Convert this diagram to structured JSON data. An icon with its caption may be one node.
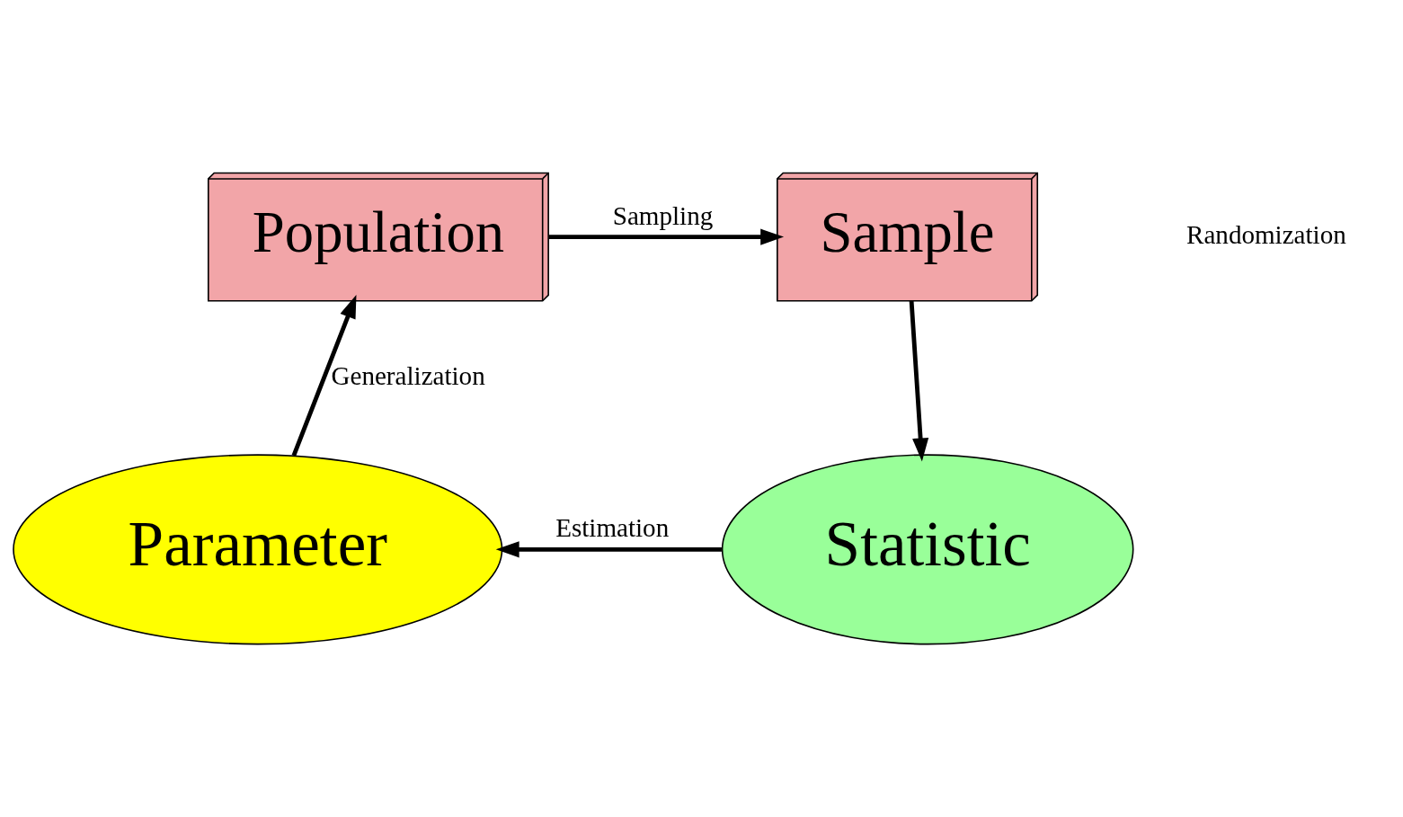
{
  "diagram": {
    "nodes": [
      {
        "text": [
          "Population"
        ]
      },
      {
        "text": [
          "Sample"
        ]
      },
      {
        "text": [
          "Parameter"
        ]
      },
      {
        "text": [
          "Statistic"
        ]
      }
    ],
    "edges": [
      {
        "from": 0,
        "to": 1,
        "arrow": "to",
        "label": "Sampling"
      },
      {
        "from": 1,
        "to": 3,
        "arrow": "to"
      },
      {
        "from": 3,
        "to": 2,
        "arrow": "to",
        "label": "Estimation"
      },
      {
        "from": 2,
        "to": 0,
        "arrow": "to",
        "label": "Generalization"
      }
    ],
    "labels": [
      "Randomization"
    ]
  }
}
